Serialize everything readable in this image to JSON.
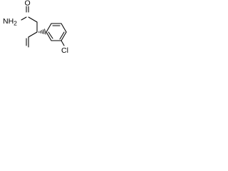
{
  "molecule": {
    "labels": {
      "amide_oxygen": "O",
      "amine": "NH",
      "amine_subscript": "2",
      "chlorine": "Cl"
    },
    "colors": {
      "bond": "#000000",
      "label": "#000000",
      "background": "#ffffff"
    }
  }
}
